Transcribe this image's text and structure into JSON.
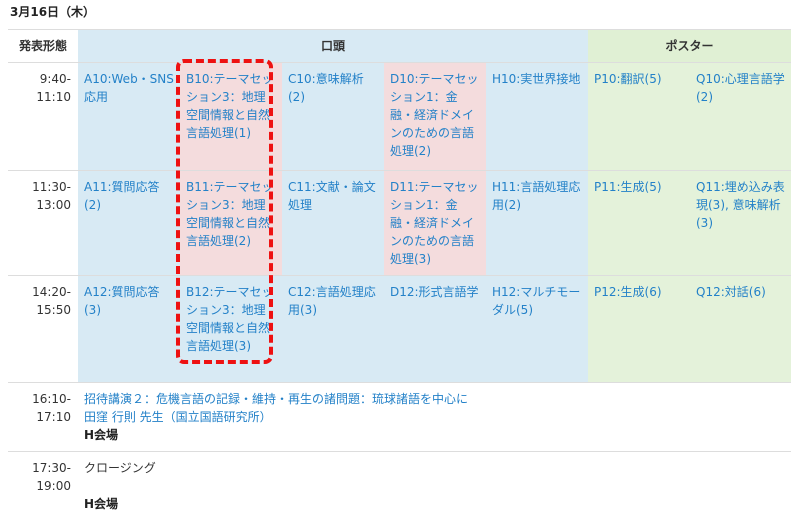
{
  "date": "3月16日（木）",
  "headers": {
    "type": "発表形態",
    "oral": "口頭",
    "poster": "ポスター"
  },
  "rows": [
    {
      "time_start": "9:40-",
      "time_end": "11:10",
      "cells": [
        {
          "text": "A10:Web・SNS応用",
          "bg": "blue"
        },
        {
          "text": "B10:テーマセッション3：地理空間情報と自然言語処理(1)",
          "bg": "pink",
          "highlight": true
        },
        {
          "text": "C10:意味解析(2)",
          "bg": "blue"
        },
        {
          "text": "D10:テーマセッション1：金融・経済ドメインのための言語処理(2)",
          "bg": "pink"
        },
        {
          "text": "H10:実世界接地",
          "bg": "blue"
        },
        {
          "text": "P10:翻訳(5)",
          "bg": "green"
        },
        {
          "text": "Q10:心理言語学(2)",
          "bg": "green"
        }
      ]
    },
    {
      "time_start": "11:30-",
      "time_end": "13:00",
      "cells": [
        {
          "text": "A11:質問応答(2)",
          "bg": "blue"
        },
        {
          "text": "B11:テーマセッション3：地理空間情報と自然言語処理(2)",
          "bg": "pink",
          "highlight": true
        },
        {
          "text": "C11:文献・論文処理",
          "bg": "blue"
        },
        {
          "text": "D11:テーマセッション1：金融・経済ドメインのための言語処理(3)",
          "bg": "pink"
        },
        {
          "text": "H11:言語処理応用(2)",
          "bg": "blue"
        },
        {
          "text": "P11:生成(5)",
          "bg": "green"
        },
        {
          "text": "Q11:埋め込み表現(3), 意味解析(3)",
          "bg": "green"
        }
      ]
    },
    {
      "time_start": "14:20-",
      "time_end": "15:50",
      "cells": [
        {
          "text": "A12:質問応答(3)",
          "bg": "blue"
        },
        {
          "text": "B12:テーマセッション3：地理空間情報と自然言語処理(3)",
          "bg": "blue",
          "highlight": true
        },
        {
          "text": "C12:言語処理応用(3)",
          "bg": "blue"
        },
        {
          "text": "D12:形式言語学",
          "bg": "blue"
        },
        {
          "text": "H12:マルチモーダル(5)",
          "bg": "blue"
        },
        {
          "text": "P12:生成(6)",
          "bg": "green"
        },
        {
          "text": "Q12:対話(6)",
          "bg": "green"
        }
      ]
    }
  ],
  "special_rows": [
    {
      "time_start": "16:10-",
      "time_end": "17:10",
      "link_line1": "招待講演２：危機言語の記録・維持・再生の諸問題：琉球諸語を中心に",
      "link_line2": "田窪 行則 先生（国立国語研究所）",
      "venue": "H会場"
    },
    {
      "time_start": "17:30-",
      "time_end": "19:00",
      "text": "クロージング",
      "venue": "H会場"
    }
  ]
}
